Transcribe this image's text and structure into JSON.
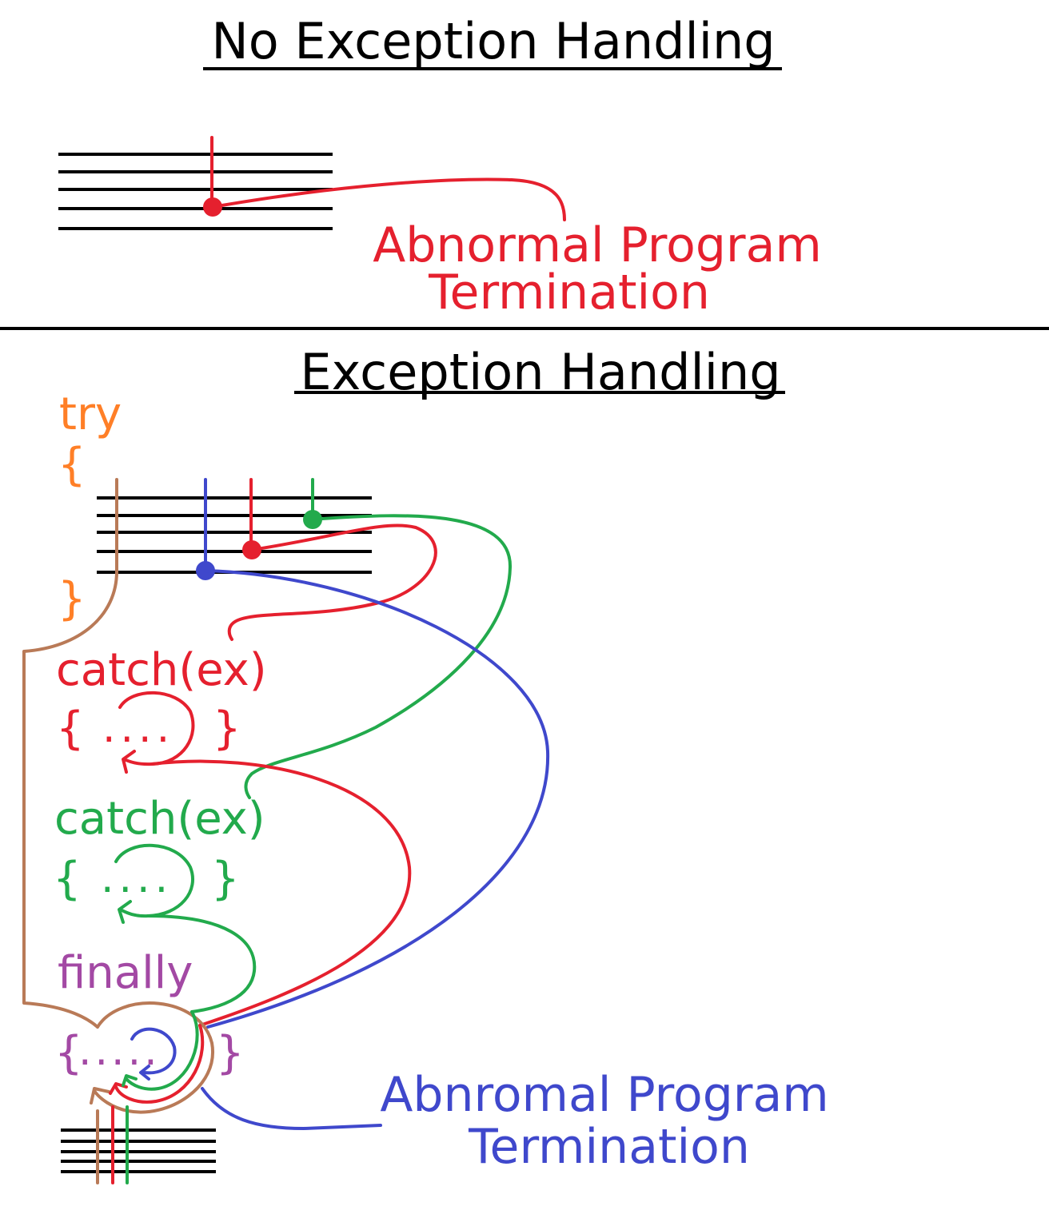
{
  "top_section": {
    "title": "No Exception Handling",
    "termination_line1": "Abnormal Program",
    "termination_line2": "Termination"
  },
  "bottom_section": {
    "title": "Exception Handling",
    "try_keyword": "try",
    "open_brace": "{",
    "close_brace": "}",
    "catch1_header": "catch(ex)",
    "catch1_body_open": "{",
    "catch1_body_dots": "....",
    "catch1_body_close": "}",
    "catch2_header": "catch(ex)",
    "catch2_body_open": "{",
    "catch2_body_dots": "....",
    "catch2_body_close": "}",
    "finally_keyword": "finally",
    "finally_body_open": "{",
    "finally_body_dots": ".....",
    "finally_body_close": "}",
    "termination_line1": "Abnromal Program",
    "termination_line2": "Termination"
  },
  "colors": {
    "red": "#e5202e",
    "green": "#22aa4c",
    "blue": "#3f48cc",
    "orange": "#ff7f27",
    "purple": "#a349a4",
    "brown": "#b97a57",
    "black": "#000000"
  }
}
